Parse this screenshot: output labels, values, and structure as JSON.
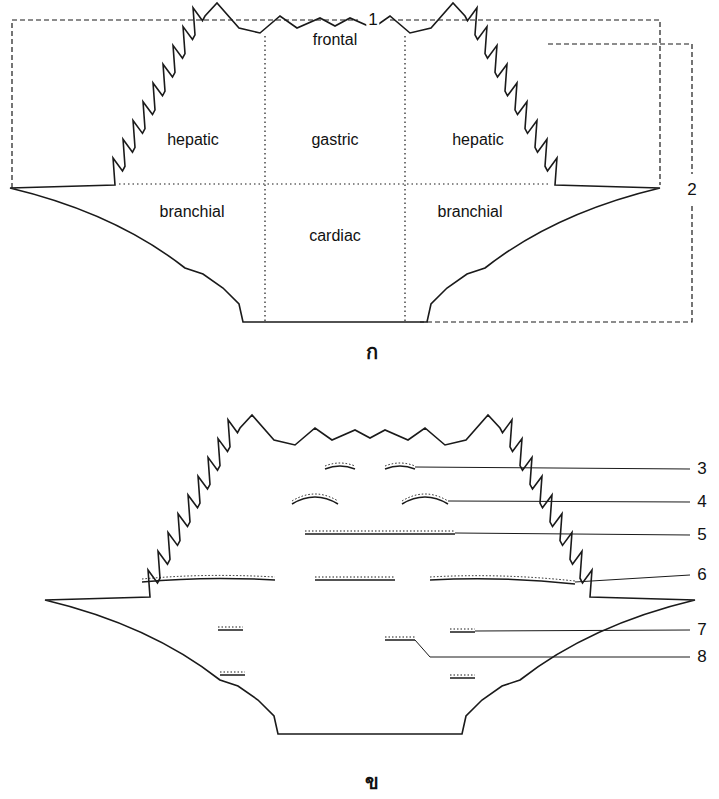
{
  "diagram": {
    "labels": [
      "1",
      "2",
      "frontal",
      "hepatic",
      "gastric",
      "hepatic",
      "branchial",
      "cardiac",
      "branchial",
      "ก",
      "3",
      "4",
      "5",
      "6",
      "7",
      "8",
      "ข"
    ]
  }
}
